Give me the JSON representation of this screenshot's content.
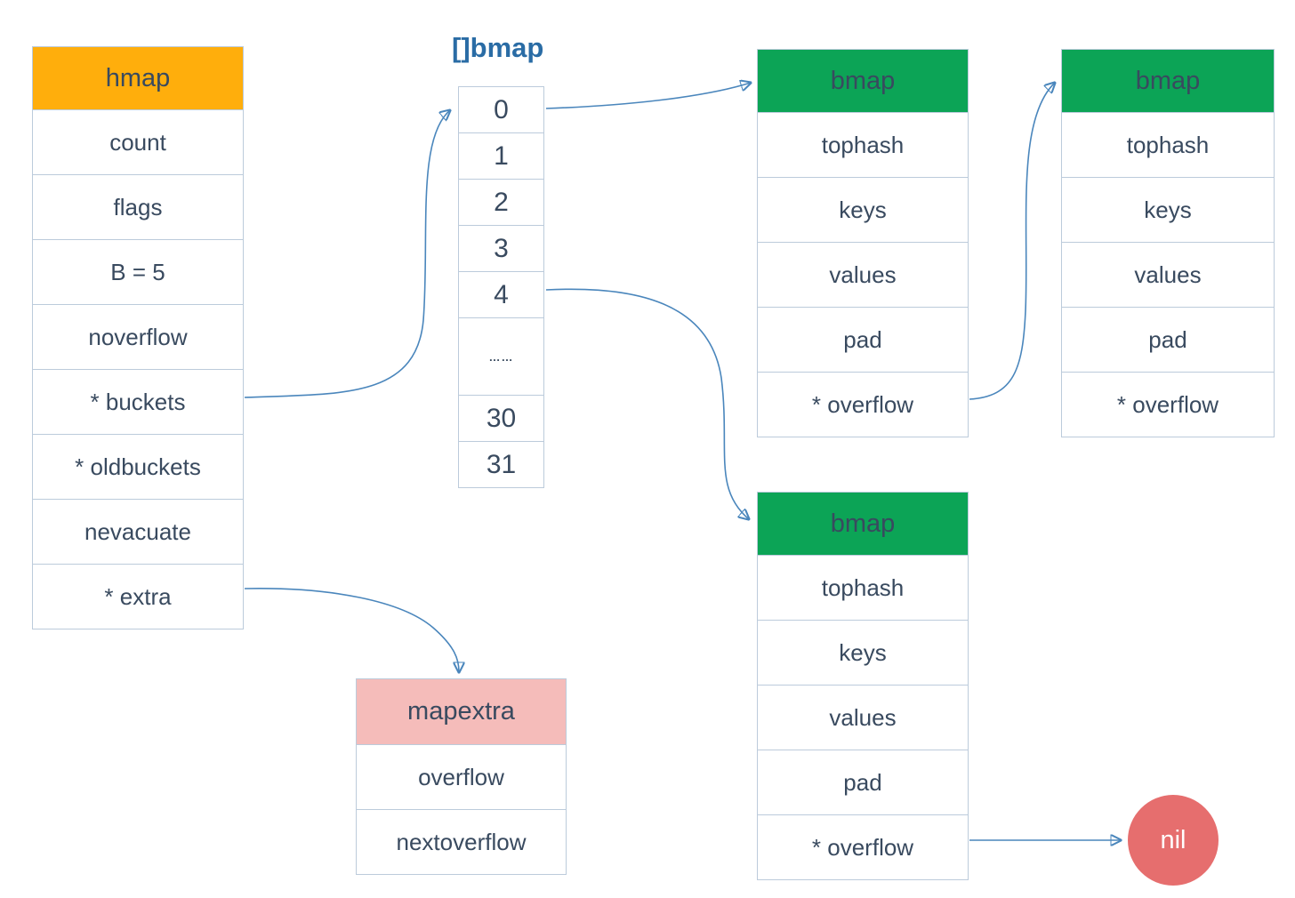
{
  "colors": {
    "hmap_header": "#ffae0c",
    "bmap_header": "#0ca456",
    "mapextra_header": "#f5bcba",
    "nil_fill": "#e66e6e",
    "text": "#394a5f",
    "title": "#2a6ca5",
    "border": "#bccbdb",
    "arrow": "#4a86bc",
    "arrowhead": "#2a64a5"
  },
  "array_title": "[]bmap",
  "tables": {
    "hmap": {
      "header": "hmap",
      "rows": [
        "count",
        "flags",
        "B = 5",
        "noverflow",
        "* buckets",
        "* oldbuckets",
        "nevacuate",
        "* extra"
      ]
    },
    "bucket_array": {
      "cells": [
        "0",
        "1",
        "2",
        "3",
        "4",
        "……",
        "30",
        "31"
      ]
    },
    "bmap_top_first": {
      "header": "bmap",
      "rows": [
        "tophash",
        "keys",
        "values",
        "pad",
        "* overflow"
      ]
    },
    "bmap_top_second": {
      "header": "bmap",
      "rows": [
        "tophash",
        "keys",
        "values",
        "pad",
        "* overflow"
      ]
    },
    "bmap_bottom": {
      "header": "bmap",
      "rows": [
        "tophash",
        "keys",
        "values",
        "pad",
        "* overflow"
      ]
    },
    "mapextra": {
      "header": "mapextra",
      "rows": [
        "overflow",
        "nextoverflow"
      ]
    }
  },
  "nil_node": {
    "label": "nil"
  },
  "edges": [
    {
      "from": "hmap.* buckets",
      "to": "[]bmap[0]"
    },
    {
      "from": "[]bmap[0]",
      "to": "bmap top-first"
    },
    {
      "from": "bmap top-first.* overflow",
      "to": "bmap top-second"
    },
    {
      "from": "[]bmap[4]",
      "to": "bmap bottom"
    },
    {
      "from": "hmap.* extra",
      "to": "mapextra"
    },
    {
      "from": "bmap bottom.* overflow",
      "to": "nil"
    }
  ]
}
